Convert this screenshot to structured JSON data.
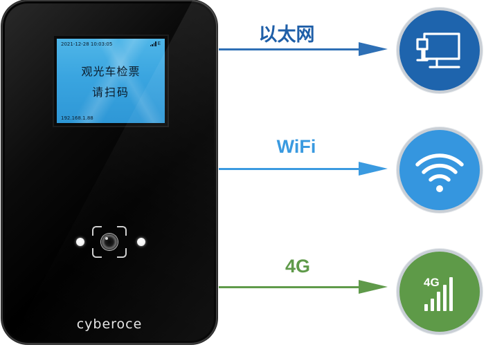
{
  "device": {
    "screen": {
      "datetime": "2021-12-28 10:03:05",
      "network_letter": "E",
      "line1": "观光车检票",
      "line2": "请扫码",
      "ip": "192.168.1.88"
    },
    "brand": "cyberoce"
  },
  "connections": [
    {
      "label": "以太网",
      "icon": "ethernet-computer-icon",
      "color": "#1e64ad"
    },
    {
      "label": "WiFi",
      "icon": "wifi-icon",
      "color": "#3596df"
    },
    {
      "label": "4G",
      "icon": "4g-signal-icon",
      "icon_text": "4G",
      "color": "#5e9a48"
    }
  ],
  "colors": {
    "screen_bg": "#3aa5e0",
    "device_body": "#000000"
  }
}
